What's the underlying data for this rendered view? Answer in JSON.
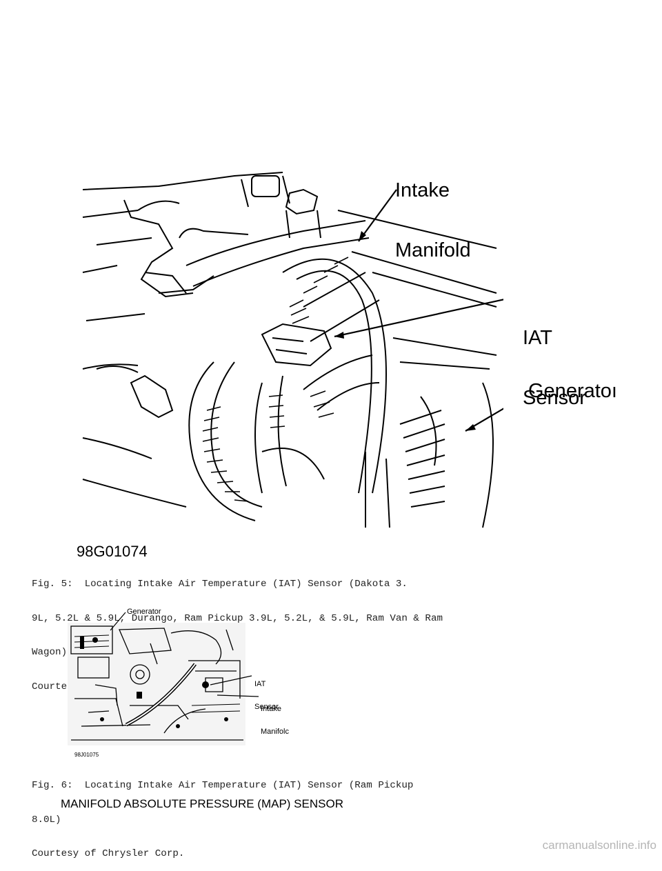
{
  "figure5": {
    "callouts": {
      "intake_manifold_line1": "Intake",
      "intake_manifold_line2": "Manifold",
      "iat_sensor_line1": "IAT",
      "iat_sensor_line2": "Sensor",
      "generator": "Generatoı"
    },
    "figure_code": "98G01074",
    "caption": [
      "Fig. 5:  Locating Intake Air Temperature (IAT) Sensor (Dakota 3.",
      "9L, 5.2L & 5.9L, Durango, Ram Pickup 3.9L, 5.2L, & 5.9L, Ram Van & Ram",
      "Wagon)",
      "Courtesy of Chrysler Corp."
    ]
  },
  "figure6": {
    "callouts": {
      "generator": "Generator",
      "iat_sensor_line1": "IAT",
      "iat_sensor_line2": "Sensor",
      "intake_manifold_line1": "Intake",
      "intake_manifold_line2": "Manifolc"
    },
    "figure_code": "98J01075",
    "caption": [
      "Fig. 6:  Locating Intake Air Temperature (IAT) Sensor (Ram Pickup",
      "8.0L)",
      "Courtesy of Chrysler Corp."
    ]
  },
  "section_heading": "MANIFOLD ABSOLUTE PRESSURE (MAP) SENSOR",
  "watermark": "carmanualsonline.info"
}
